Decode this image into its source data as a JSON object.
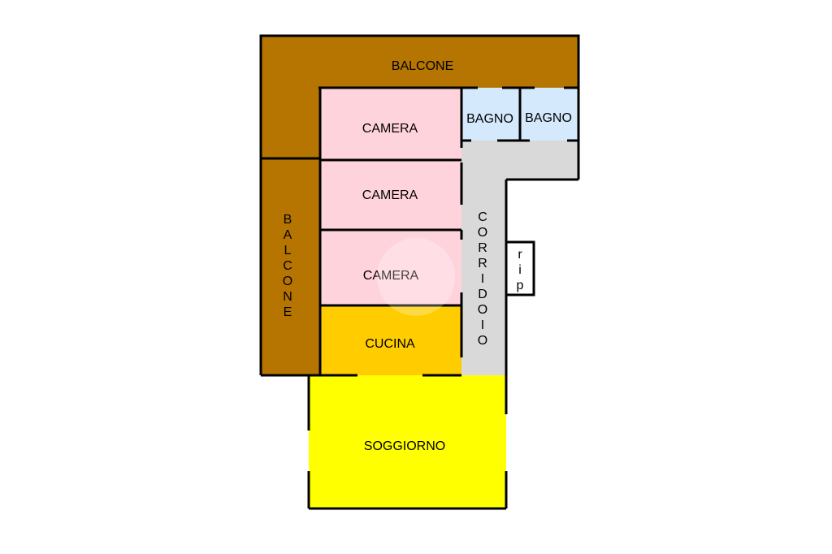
{
  "floorplan": {
    "colors": {
      "balcony": "#b67500",
      "bedroom": "#ffd3dc",
      "bathroom": "#d4e9fb",
      "corridor": "#d9d9d9",
      "kitchen": "#ffcc00",
      "living": "#ffff00",
      "storage": "#ffffff",
      "wall": "#000000"
    },
    "rooms": {
      "balcone_top": "BALCONE",
      "balcone_side": "BALCONE",
      "camera_1": "CAMERA",
      "camera_2": "CAMERA",
      "camera_3": "CAMERA",
      "bagno_1": "BAGNO",
      "bagno_2": "BAGNO",
      "corridoio": "CORRIDOIO",
      "rip": "rip",
      "cucina": "CUCINA",
      "soggiorno": "SOGGIORNO"
    }
  }
}
